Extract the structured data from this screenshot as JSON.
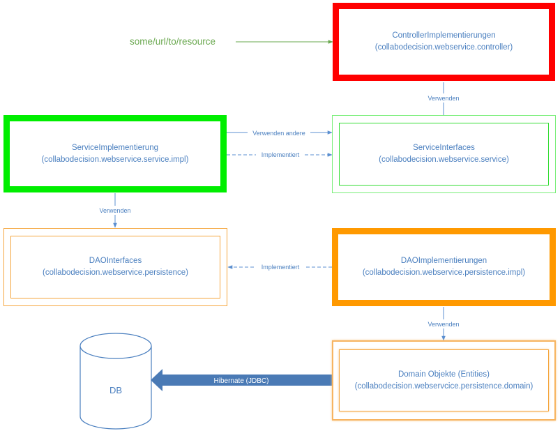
{
  "url_label": "some/url/to/resource",
  "boxes": {
    "controller": {
      "title": "ControllerImplementierungen",
      "package": "(collabodecision.webservice.controller)"
    },
    "service_impl": {
      "title": "ServiceImplementierung",
      "package": "(collabodecision.webservice.service.impl)"
    },
    "service_interfaces": {
      "title": "ServiceInterfaces",
      "package": "(collabodecision.webservice.service)"
    },
    "dao_interfaces": {
      "title": "DAOInterfaces",
      "package": "(collabodecision.webservice.persistence)"
    },
    "dao_impl": {
      "title": "DAOImplementierungen",
      "package": "(collabodecision.webservice.persistence.impl)"
    },
    "domain": {
      "title": "Domain Objekte (Entities)",
      "package": "(collabodecision.webservcice.persistence.domain)"
    }
  },
  "db_label": "DB",
  "edges": {
    "ctrl_to_si": "Verwenden",
    "simpl_to_si_uses": "Verwenden andere",
    "simpl_to_si_impl": "Implementiert",
    "simpl_to_daoi": "Verwenden",
    "daoimpl_to_daoi": "Implementiert",
    "daoimpl_to_domain": "Verwenden",
    "domain_to_db": "Hibernate (JDBC)"
  },
  "colors": {
    "red": "#ff0000",
    "green_thick": "#00ee00",
    "green_thin": "#77ee77",
    "orange": "#ff9900",
    "orange_light": "#f5a53c",
    "text_blue": "#4a7fbf",
    "arrow_blue": "#5b8fd0",
    "url_green": "#6aa84f",
    "db_arrow": "#4a7ab5"
  }
}
